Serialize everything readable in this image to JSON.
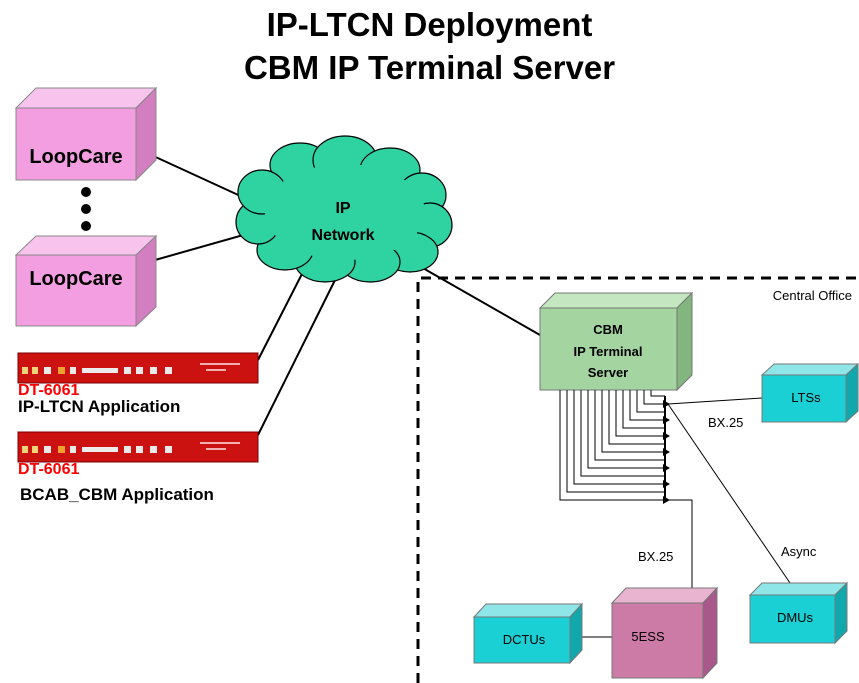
{
  "title": {
    "line1": "IP-LTCN  Deployment",
    "line2": "CBM IP Terminal Server"
  },
  "nodes": {
    "loopcare_top": "LoopCare",
    "loopcare_bottom": "LoopCare",
    "ip_network_line1": "IP",
    "ip_network_line2": "Network",
    "cbm_line1": "CBM",
    "cbm_line2": "IP Terminal",
    "cbm_line3": "Server",
    "ltss": "LTSs",
    "dmus": "DMUs",
    "fiveess": "5ESS",
    "dctus": "DCTUs"
  },
  "devices": {
    "dt1_model": "DT-6061",
    "dt1_app": "IP-LTCN Application",
    "dt2_model": "DT-6061",
    "dt2_app": "BCAB_CBM Application"
  },
  "links": {
    "bx25_ltss": "BX.25",
    "bx25_5ess": "BX.25",
    "async_dmus": "Async"
  },
  "zone": {
    "central_office": "Central Office"
  },
  "colors": {
    "loopcare": "#f29ee0",
    "cloud": "#2fd3a1",
    "cbm": "#a4d4a0",
    "teal_box": "#1ad0d4",
    "fiveess": "#cc7aa6",
    "device_red": "#cc1111",
    "model_text": "#ff0000"
  }
}
